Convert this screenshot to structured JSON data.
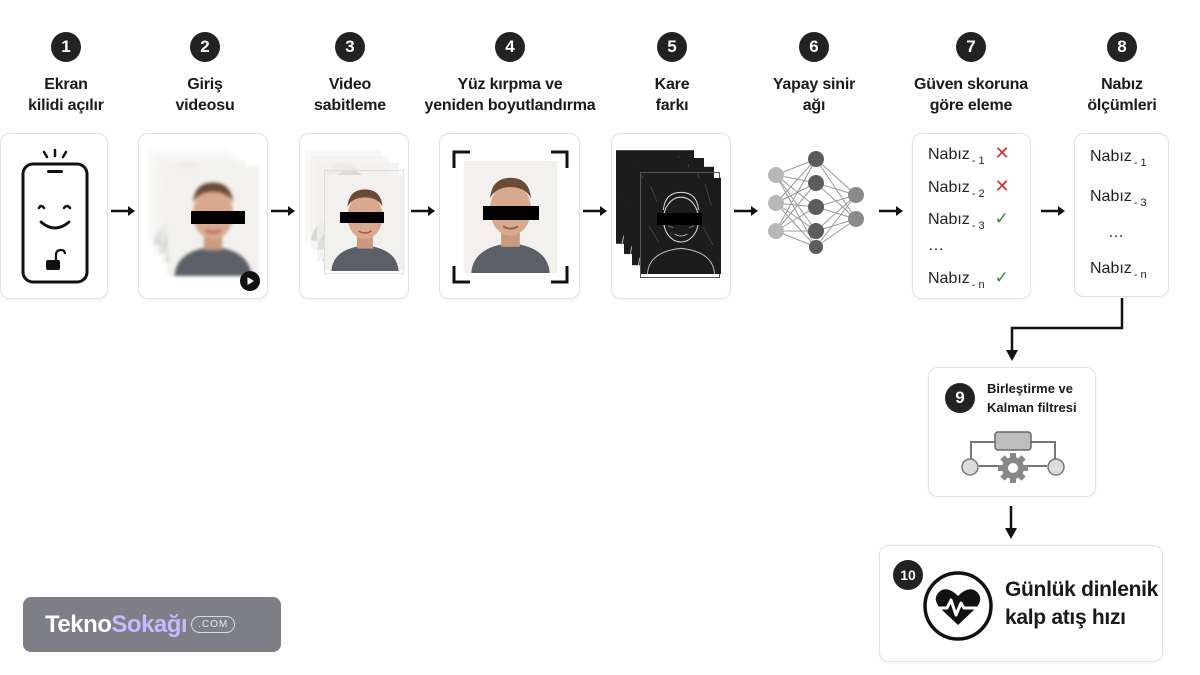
{
  "steps": [
    {
      "num": "1",
      "title_line1": "Ekran",
      "title_line2": "kilidi açılır"
    },
    {
      "num": "2",
      "title_line1": "Giriş",
      "title_line2": "videosu"
    },
    {
      "num": "3",
      "title_line1": "Video",
      "title_line2": "sabitleme"
    },
    {
      "num": "4",
      "title_line1": "Yüz kırpma ve",
      "title_line2": "yeniden boyutlandırma"
    },
    {
      "num": "5",
      "title_line1": "Kare",
      "title_line2": "farkı"
    },
    {
      "num": "6",
      "title_line1": "Yapay sinir",
      "title_line2": "ağı"
    },
    {
      "num": "7",
      "title_line1": "Güven skoruna",
      "title_line2": "göre eleme"
    },
    {
      "num": "8",
      "title_line1": "Nabız",
      "title_line2": "ölçümleri"
    }
  ],
  "filter_list": [
    {
      "label": "Nabız",
      "sub": "- 1",
      "mark": "✕",
      "status": "rejected"
    },
    {
      "label": "Nabız",
      "sub": "- 2",
      "mark": "✕",
      "status": "rejected"
    },
    {
      "label": "Nabız",
      "sub": "- 3",
      "mark": "✓",
      "status": "accepted"
    },
    {
      "label": "…"
    },
    {
      "label": "Nabız",
      "sub": "- n",
      "mark": "✓",
      "status": "accepted"
    }
  ],
  "pulse_list": [
    {
      "label": "Nabız",
      "sub": "- 1"
    },
    {
      "label": "Nabız",
      "sub": "- 3"
    },
    {
      "label": "…"
    },
    {
      "label": "Nabız",
      "sub": "- n"
    }
  ],
  "step9": {
    "num": "9",
    "line1": "Birleştirme ve",
    "line2": "Kalman filtresi"
  },
  "step10": {
    "num": "10",
    "line1": "Günlük dinlenik",
    "line2": "kalp atış hızı"
  },
  "logo": {
    "part1": "Tekno",
    "part2": "Sokağı",
    "part3": ".COM"
  },
  "icons": {
    "phone": "smiling-phone-unlock-icon",
    "play": "play-icon",
    "network": "neural-network-icon",
    "kalman": "kalman-filter-diagram-icon",
    "heart": "heart-pulse-icon"
  },
  "colors": {
    "reject": "#d32f2f",
    "accept": "#2e8b3d",
    "badge": "#222222",
    "logo_bg": "#7e7e86",
    "logo_accent": "#c8b9ff"
  }
}
